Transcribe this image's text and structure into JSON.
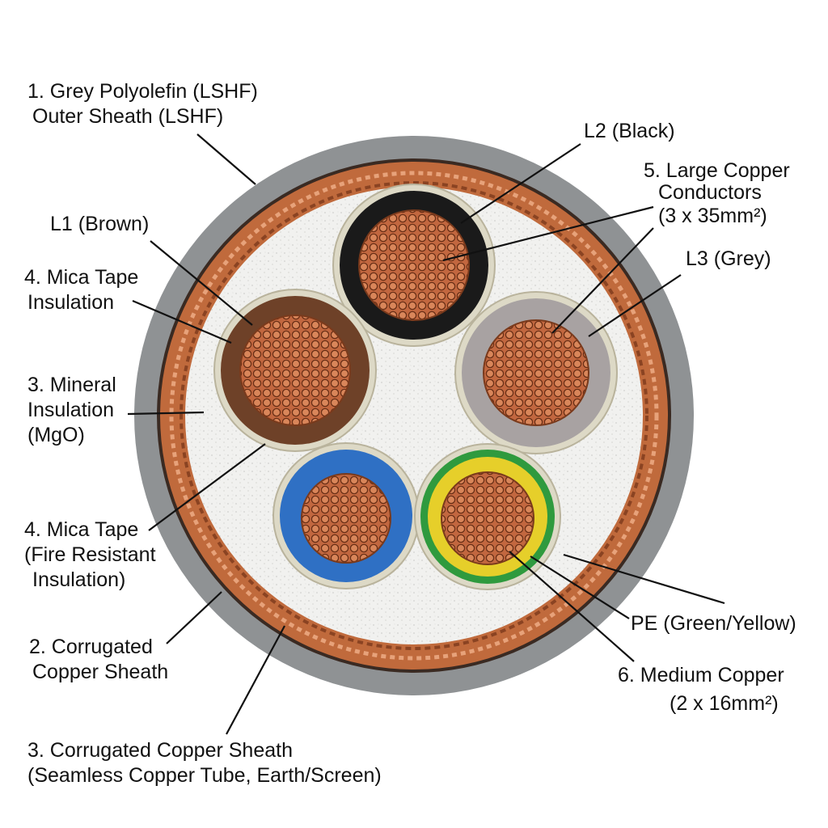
{
  "colors": {
    "outer_sheath": "#8f9294",
    "copper_sheath": "#c06a3c",
    "mineral_fill": "#f1f1ef",
    "mica_tape": "#ddd9c6",
    "l1_brown": "#6e4128",
    "l2_black": "#1a1a1a",
    "l3_grey": "#a8a2a2",
    "neutral_blue": "#2f70c4",
    "pe_green": "#2f9a3e",
    "pe_yellow": "#e6cf2a",
    "conductor_copper": "#c2673f"
  },
  "labels": {
    "outer_sheath": {
      "line1": "1. Grey Polyolefin (LSHF)",
      "line2": "Outer Sheath (LSHF)"
    },
    "l2": "L2 (Black)",
    "large_copper": {
      "line1": "5. Large Copper",
      "line2": "Conductors",
      "line3": "(3 x 35mm²)"
    },
    "l1": "L1 (Brown)",
    "l3": "L3 (Grey)",
    "mica_insulation": {
      "line1": "4. Mica Tape",
      "line2": "Insulation"
    },
    "mineral": {
      "line1": "3. Mineral",
      "line2": "Insulation",
      "line3": "(MgO)"
    },
    "mica_fire": {
      "line1": "4. Mica Tape",
      "line2": "(Fire Resistant",
      "line3": "Insulation)"
    },
    "pe": "PE (Green/Yellow)",
    "corrugated_2": {
      "line1": "2. Corrugated",
      "line2": "Copper Sheath"
    },
    "medium_copper": {
      "line1": "6. Medium Copper",
      "line2": "(2 x 16mm²)"
    },
    "corrugated_3": {
      "line1": "3. Corrugated Copper Sheath",
      "line2": "(Seamless Copper Tube, Earth/Screen)"
    }
  }
}
